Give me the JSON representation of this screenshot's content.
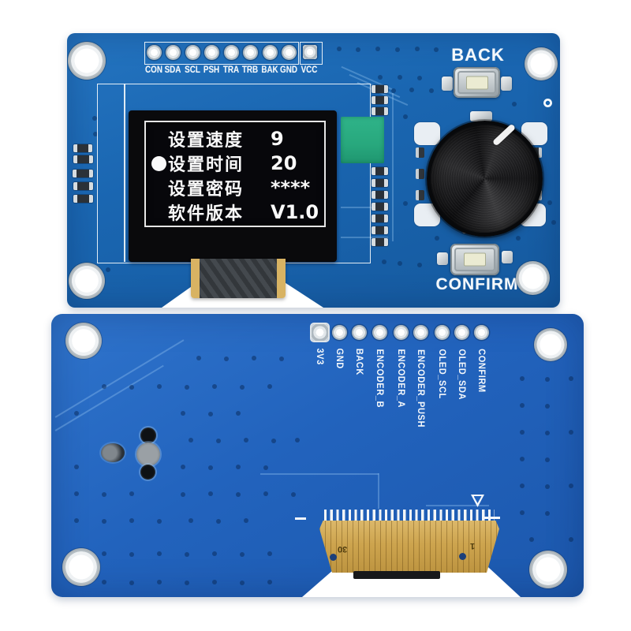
{
  "front_board": {
    "pin_labels": [
      "CON",
      "SDA",
      "SCL",
      "PSH",
      "TRA",
      "TRB",
      "BAK",
      "GND",
      "VCC"
    ],
    "buttons": {
      "back": "BACK",
      "confirm": "CONFIRM"
    },
    "oled_menu": [
      {
        "label": "设置速度",
        "value": "9"
      },
      {
        "label": "设置时间",
        "value": "20"
      },
      {
        "label": "设置密码",
        "value": "****"
      },
      {
        "label": "软件版本",
        "value": "V1.0"
      }
    ]
  },
  "back_board": {
    "pin_labels": [
      "3V3",
      "GND",
      "BACK",
      "ENCODER_B",
      "ENCODER_A",
      "ENCODER_PUSH",
      "OLED_SCL",
      "OLED_SDA",
      "CONFIRM"
    ],
    "fpc": {
      "left_pin_number": "30",
      "right_pin_number": "1"
    }
  },
  "colors": {
    "front_pcb": "#1a66b1",
    "back_pcb": "#2263bd",
    "silkscreen": "#f4f8fb",
    "oled_text": "#fafafa",
    "green_tab": "#28a87d",
    "fpc_gold": "#cda44e"
  }
}
